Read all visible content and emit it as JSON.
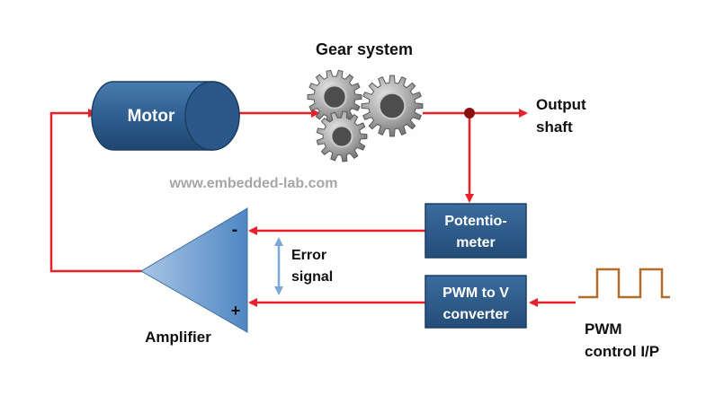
{
  "labels": {
    "gear_system": "Gear system",
    "output_line1": "Output",
    "output_line2": "shaft",
    "motor": "Motor",
    "watermark": "www.embedded-lab.com",
    "potentiometer_line1": "Potentio-",
    "potentiometer_line2": "meter",
    "pwm_to_v_line1": "PWM to V",
    "pwm_to_v_line2": "converter",
    "error_line1": "Error",
    "error_line2": "signal",
    "minus": "-",
    "plus": "+",
    "amplifier": "Amplifier",
    "pwm_input_line1": "PWM",
    "pwm_input_line2": "control I/P"
  },
  "colors": {
    "wire": "#e8202a",
    "block_fill": "#2f5f91",
    "block_dark": "#254d78",
    "junction_dot": "#8b0e0e",
    "gear": "#8a8a8a",
    "pwm_wave": "#b06d2c",
    "error_arrow": "#7da7d4",
    "amplifier_fill": "#7fa9d6"
  },
  "icons": {
    "gears": "gear-cluster-icon",
    "pwm_waveform": "square-wave-icon"
  }
}
